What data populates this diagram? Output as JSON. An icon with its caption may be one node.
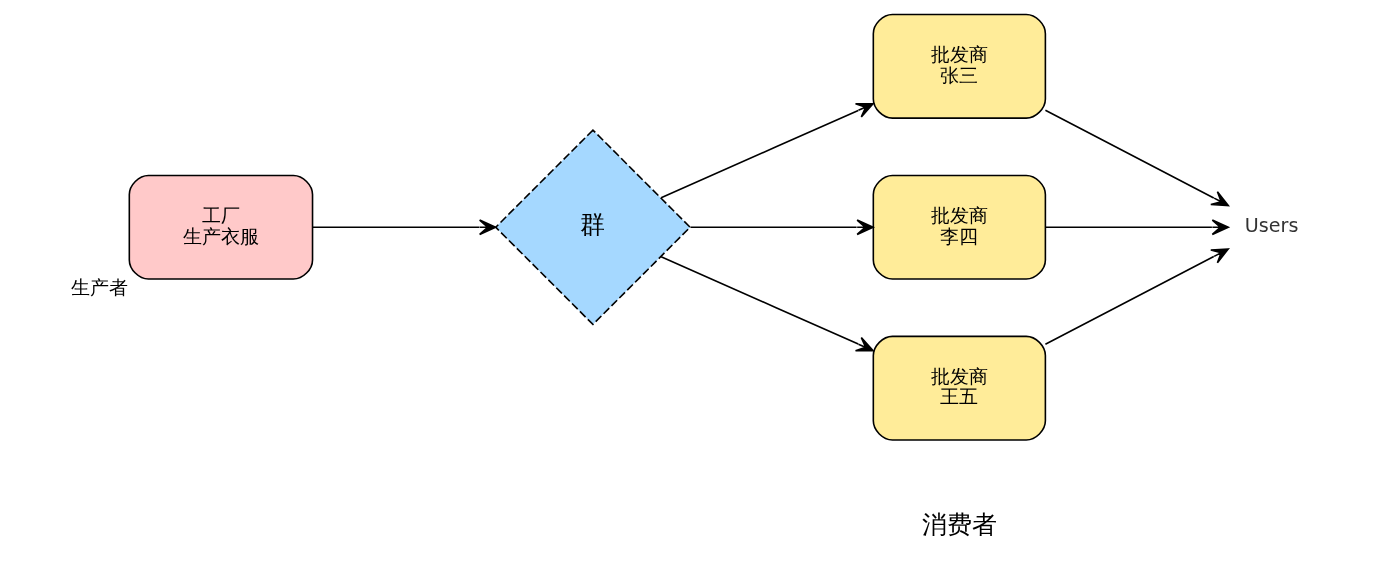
{
  "diagram": {
    "nodes": [
      {
        "text": [
          "工厂",
          "生产衣服"
        ],
        "beside": [
          "生产者"
        ]
      },
      {
        "text": [
          "群"
        ]
      },
      {
        "text": [
          "批发商",
          "张三"
        ]
      },
      {
        "text": [
          "批发商",
          "李四"
        ]
      },
      {
        "text": [
          "批发商",
          "王五"
        ]
      },
      {
        "text": [
          "Users"
        ]
      }
    ],
    "edges": [
      {
        "from": 0,
        "to": 1,
        "arrow": "to"
      },
      {
        "from": 1,
        "to": 2,
        "arrow": "to"
      },
      {
        "from": 1,
        "to": 3,
        "arrow": "to"
      },
      {
        "from": 1,
        "to": 4,
        "arrow": "to"
      },
      {
        "from": 2,
        "to": 5,
        "arrow": "to"
      },
      {
        "from": 3,
        "to": 5,
        "arrow": "to"
      },
      {
        "from": 4,
        "to": 5,
        "arrow": "to"
      }
    ],
    "labels": [
      "消费者"
    ]
  }
}
